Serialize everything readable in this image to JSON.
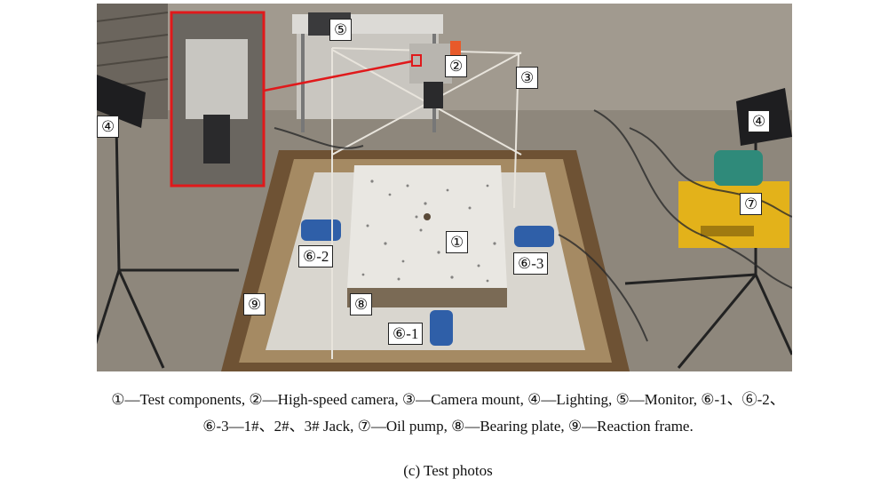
{
  "figure": {
    "callouts": {
      "test_component": "①",
      "high_speed_camera": "②",
      "camera_mount": "③",
      "lighting_left": "④",
      "lighting_right": "④",
      "monitor": "⑤",
      "jack_1": "⑥-1",
      "jack_2": "⑥-2",
      "jack_3": "⑥-3",
      "oil_pump": "⑦",
      "bearing_plate": "⑧",
      "reaction_frame": "⑨"
    },
    "legend_line1": "①—Test components, ②—High-speed camera, ③—Camera mount, ④—Lighting, ⑤—Monitor, ⑥-1、⑥-2、",
    "legend_line2": "⑥-3—1#、2#、3# Jack, ⑦—Oil pump, ⑧—Bearing plate, ⑨—Reaction frame.",
    "subcaption": "(c) Test photos"
  },
  "colors": {
    "highlight_red": "#e0191b",
    "pump_yellow": "#e3b21a",
    "jack_blue": "#2f5fa8",
    "panel_white": "#e9e7e2"
  }
}
